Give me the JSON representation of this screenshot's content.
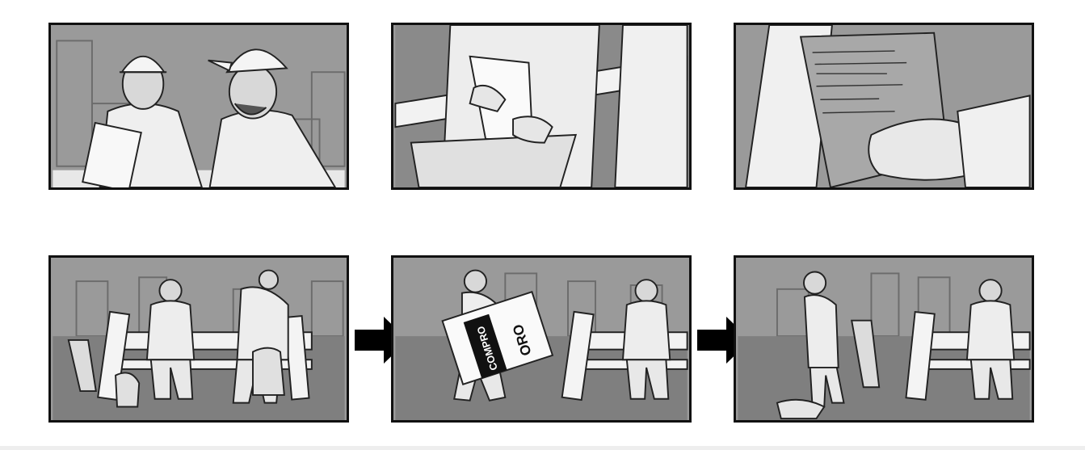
{
  "storyboard": {
    "panels": [
      {
        "id": 1,
        "subject": "two-men-talking"
      },
      {
        "id": 2,
        "subject": "hands-holding-papers"
      },
      {
        "id": 3,
        "subject": "hand-holding-document"
      },
      {
        "id": 4,
        "subject": "man-opening-backpack"
      },
      {
        "id": 5,
        "subject": "man-carrying-sign"
      },
      {
        "id": 6,
        "subject": "man-walking-away"
      }
    ],
    "sign_text_top": "COMPRO",
    "sign_text_bottom": "ORO",
    "colors": {
      "frame": "#111111",
      "sky": "#9a9a9a",
      "ground": "#7f7f7f",
      "line": "#222222",
      "figure": "#ececec"
    }
  }
}
